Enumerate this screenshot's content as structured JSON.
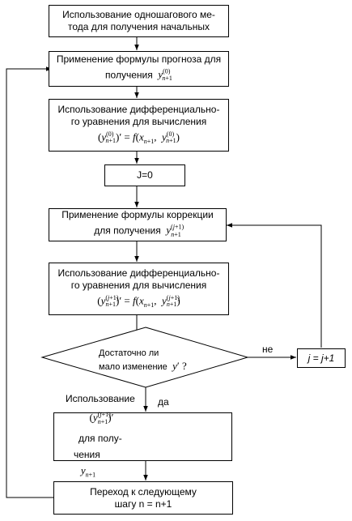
{
  "nodes": {
    "start": {
      "line1": "Использование одношагового ме-",
      "line2": "тода для получения начальных"
    },
    "predict": {
      "line1": "Применение формулы прогноза для",
      "line2_text": "получения",
      "formula": "y(0)n+1"
    },
    "diff1": {
      "line1": "Использование дифференциально-",
      "line2": "го",
      "line3": "уравнения для вычисления",
      "formula": "(y(0)n+1)′ = f(xn+1, y(0)n+1)"
    },
    "init": {
      "label": "J=0"
    },
    "correct": {
      "line1": "Применение формулы коррекции",
      "line2_text": "для получения",
      "formula": "y(j+1)n+1"
    },
    "diff2": {
      "line1": "Использование дифференциально-",
      "line2": "го",
      "line3": "уравнения для вычисления",
      "formula": "(y(j+1)n+1)′ = f(xn+1, y(j+1)n+1)"
    },
    "decision": {
      "line1": "Достаточно ли",
      "line2": "мало изменение",
      "formula_tail": "y′ ?"
    },
    "increment": {
      "label": "j = j+1"
    },
    "use": {
      "line1_a": "Использование",
      "formula": "(y(j+1)n+1)′",
      "line1_b": "для полу-",
      "line2_a": "чения",
      "formula2": "yn+1"
    },
    "next": {
      "line1": "Переход к следующему",
      "line2": "шагу n = n+1"
    }
  },
  "edges": {
    "no_label": "не",
    "yes_label": "да"
  }
}
